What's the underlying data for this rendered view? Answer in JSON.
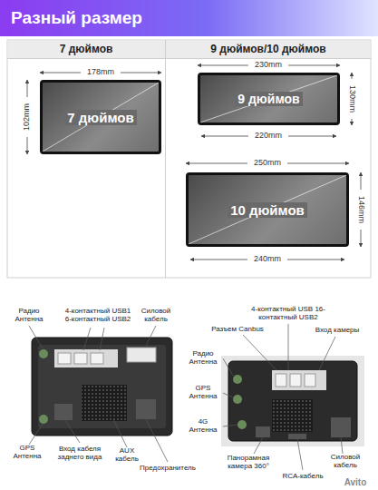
{
  "diagram": {
    "title": "Разный размер",
    "nodes": [
      {
        "text": [
          "7 дюймов"
        ]
      },
      {
        "text": [
          "9 дюймов"
        ]
      },
      {
        "text": [
          "10 дюймов"
        ]
      }
    ],
    "labels": [
      "7 дюймов",
      "9 дюймов/10 дюймов",
      "178mm",
      "102mm",
      "230mm",
      "130mm",
      "220mm",
      "250mm",
      "146mm",
      "240mm",
      "Радио Антенна",
      "4-контактный USB1 6-контактный USB2",
      "Силовой кабель",
      "GPS Антенна",
      "Вход кабеля заднего вида",
      "AUX кабель",
      "Предохранитель",
      "Разъем Canbus",
      "4-контактный USB 16-контактный USB2",
      "Вход камеры",
      "Радио Антенна",
      "GPS Антенна",
      "4G Антенна",
      "Панорамная камера 360°",
      "RCA-кабель",
      "Силовой кабель",
      "Avito"
    ]
  }
}
